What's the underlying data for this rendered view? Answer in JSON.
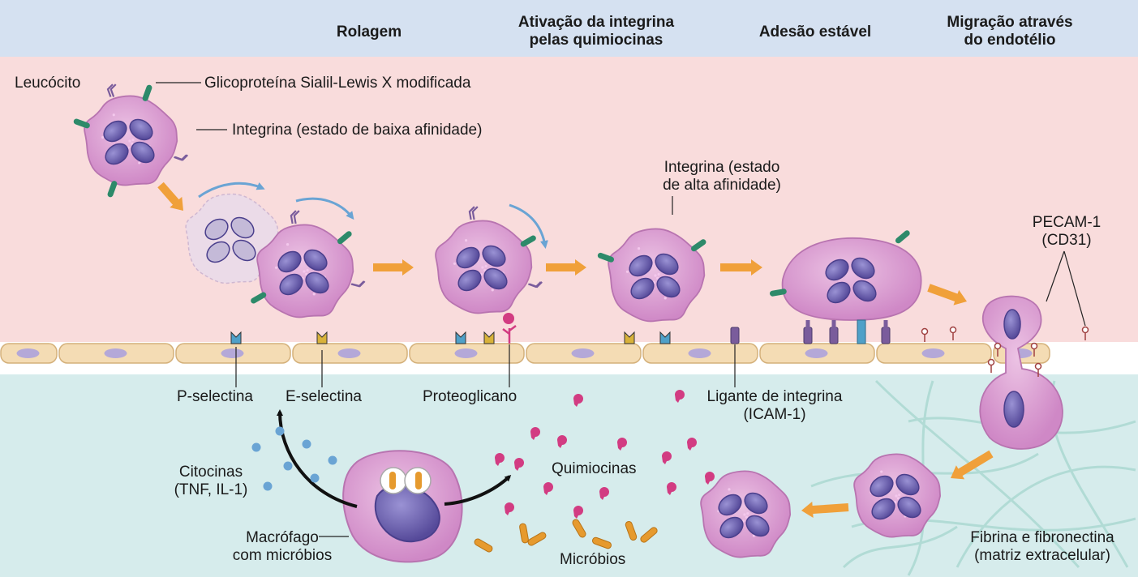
{
  "header": {
    "steps": [
      "Rolagem",
      "Ativação da integrina\npelas quimiocinas",
      "Adesão estável",
      "Migração através\ndo endotélio"
    ]
  },
  "labels": {
    "leukocyte": "Leucócito",
    "sialyl_lewis": "Glicoproteína Sialil-Lewis X modificada",
    "integrin_low": "Integrina (estado de baixa afinidade)",
    "integrin_high": "Integrina (estado\nde alta afinidade)",
    "pecam": "PECAM-1\n(CD31)",
    "p_selectin": "P-selectina",
    "e_selectin": "E-selectina",
    "proteoglycan": "Proteoglicano",
    "integrin_ligand": "Ligante de integrina\n(ICAM-1)",
    "cytokines": "Citocinas\n(TNF, IL-1)",
    "chemokines": "Quimiocinas",
    "macrophage": "Macrófago\ncom micróbios",
    "microbes": "Micróbios",
    "fibrin": "Fibrina e fibronectina\n(matriz extracelular)"
  },
  "colors": {
    "header_band": "#d5e1f1",
    "vessel_lumen": "#f9dcdc",
    "tissue": "#d6ecec",
    "endothelium": "#f4dcb4",
    "cell_body": "#d99ad0",
    "nucleus": "#6c63ab",
    "selectin_blue": "#4fa0c8",
    "selectin_yellow": "#d8b23a",
    "sialyl_green": "#2d8a6a",
    "integrin_purple": "#7a5c9c",
    "chemokine": "#d23c82",
    "microbe": "#e69a2e",
    "cytokine": "#6aa4d4",
    "arrow_orange": "#f0a03a"
  }
}
